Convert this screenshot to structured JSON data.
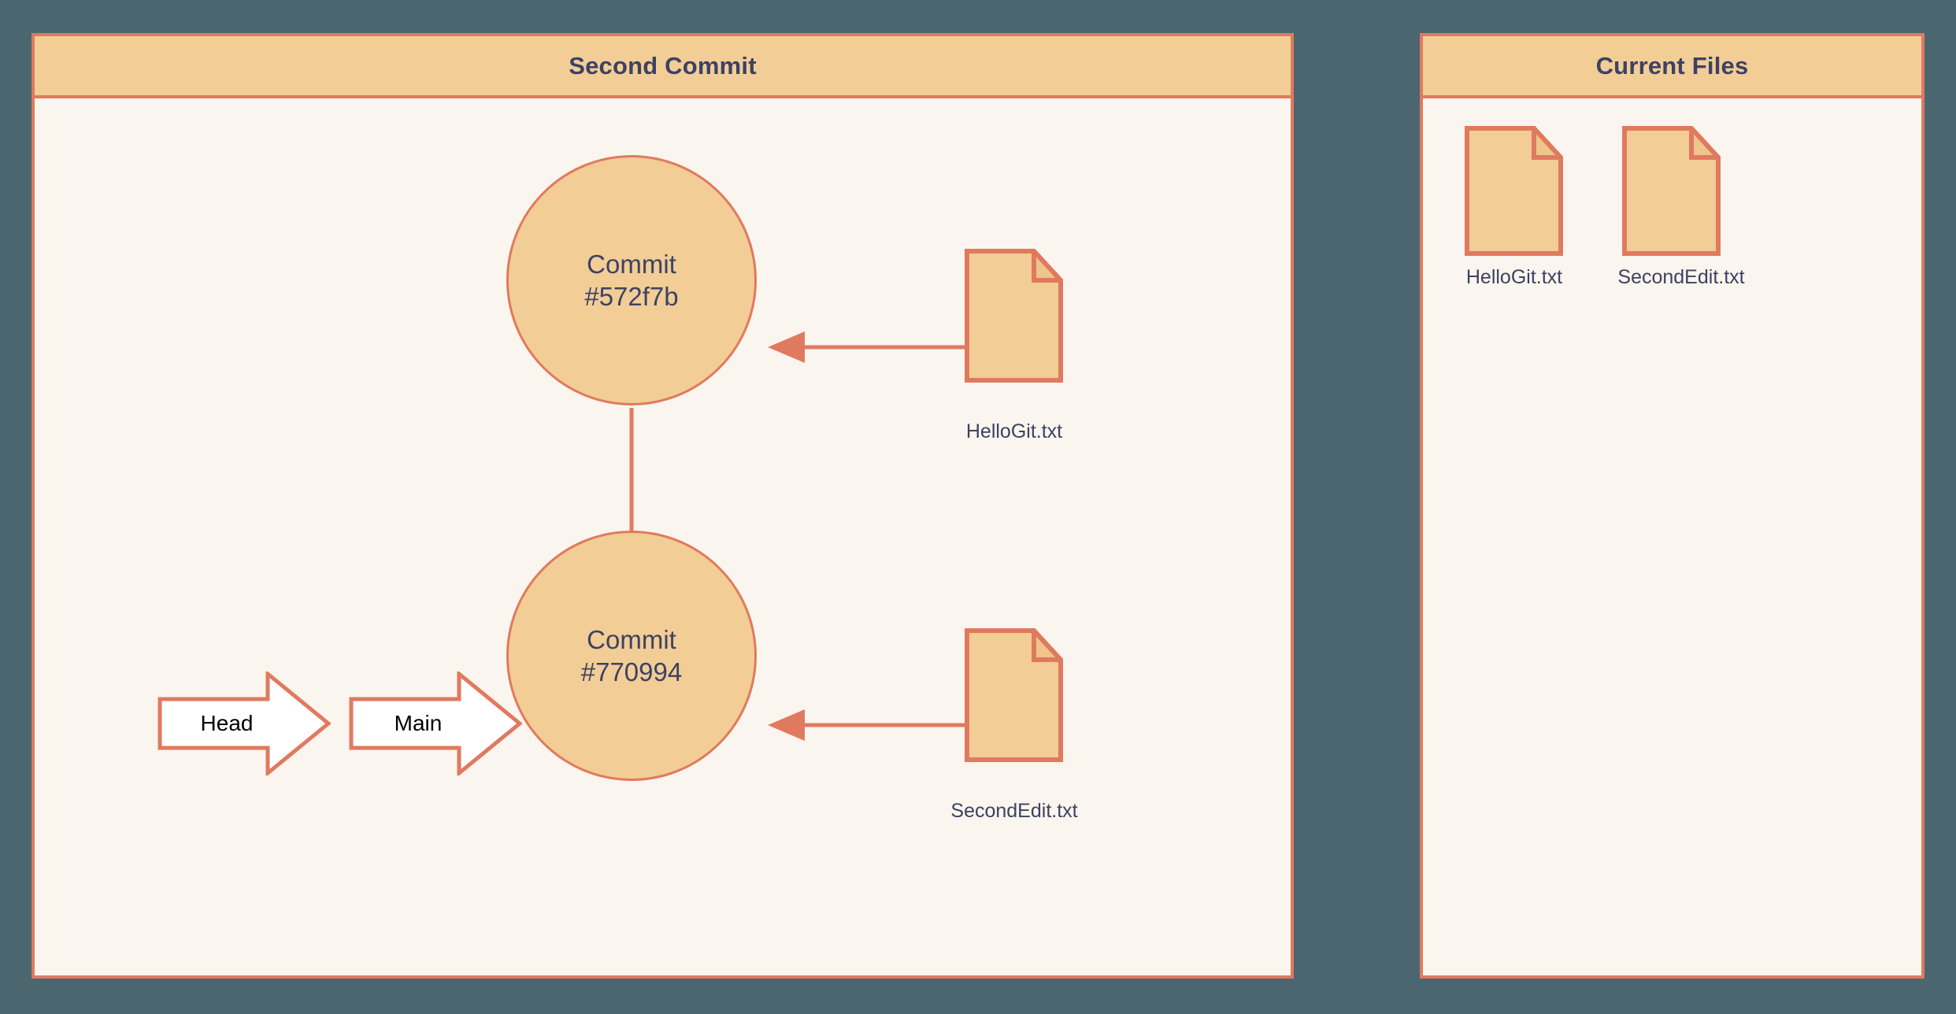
{
  "canvas": {
    "background_color": "#4c6670",
    "accent_color": "#e07a5f",
    "node_fill_color": "#f2cd96",
    "panel_fill_color": "#faf5ee",
    "text_color": "#3d4263"
  },
  "panels": {
    "commit": {
      "title": "Second Commit",
      "commits": [
        {
          "label_line1": "Commit",
          "label_line2": "#572f7b",
          "hash": "#572f7b"
        },
        {
          "label_line1": "Commit",
          "label_line2": "#770994",
          "hash": "#770994"
        }
      ],
      "files": [
        {
          "name": "HelloGit.txt"
        },
        {
          "name": "SecondEdit.txt"
        }
      ],
      "refs": [
        {
          "label": "Head"
        },
        {
          "label": "Main"
        }
      ]
    },
    "current_files": {
      "title": "Current Files",
      "files": [
        {
          "name": "HelloGit.txt"
        },
        {
          "name": "SecondEdit.txt"
        }
      ]
    }
  }
}
